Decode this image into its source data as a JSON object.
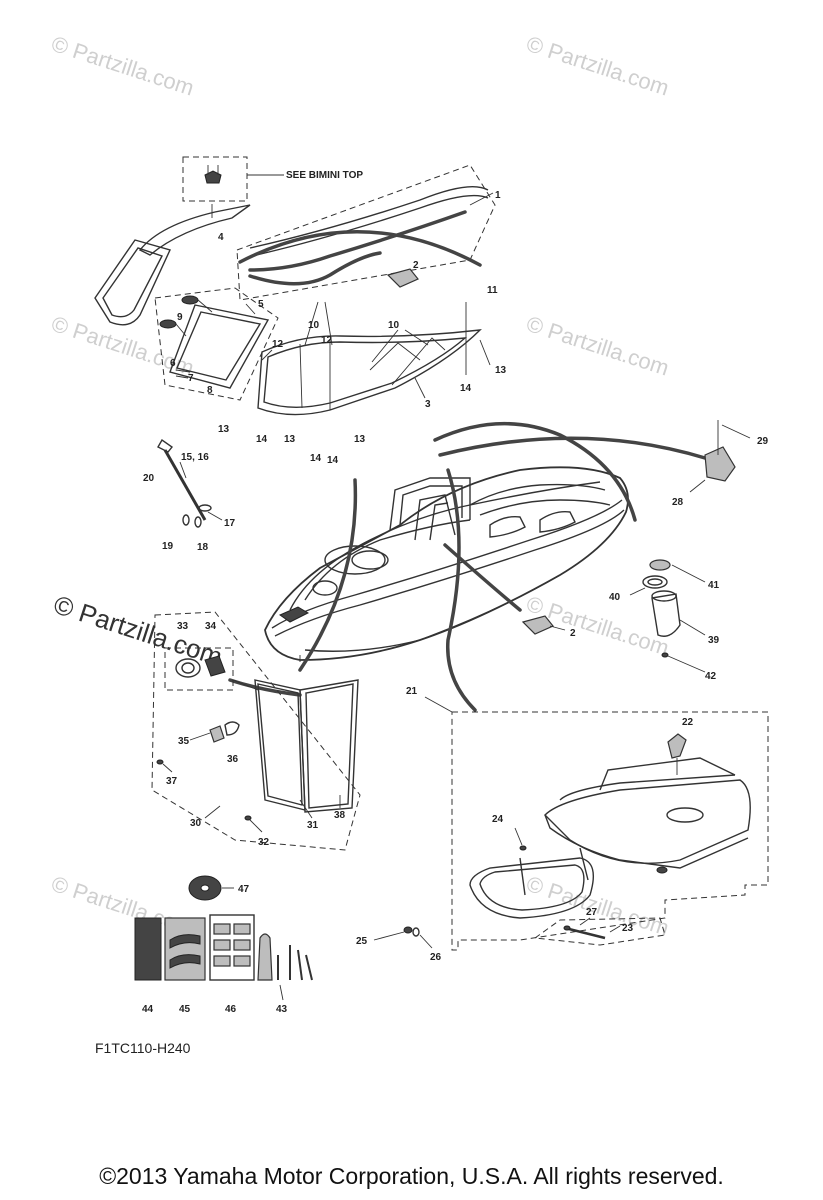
{
  "watermark": {
    "text": "© Partzilla.com",
    "prominent_text": "© Partzilla.com"
  },
  "callouts": {
    "see_bimini_top": "SEE BIMINI TOP"
  },
  "part_labels": [
    "1",
    "2",
    "3",
    "4",
    "5",
    "6",
    "7",
    "8",
    "9",
    "10",
    "11",
    "12",
    "13",
    "14",
    "15, 16",
    "17",
    "18",
    "19",
    "20",
    "21",
    "22",
    "23",
    "24",
    "25",
    "26",
    "27",
    "28",
    "29",
    "30",
    "31",
    "32",
    "33",
    "34",
    "35",
    "36",
    "37",
    "38",
    "39",
    "40",
    "41",
    "42",
    "43",
    "44",
    "45",
    "46",
    "47"
  ],
  "diagram_code": "F1TC110-H240",
  "copyright": "©2013  Yamaha Motor Corporation, U.S.A. All rights reserved."
}
